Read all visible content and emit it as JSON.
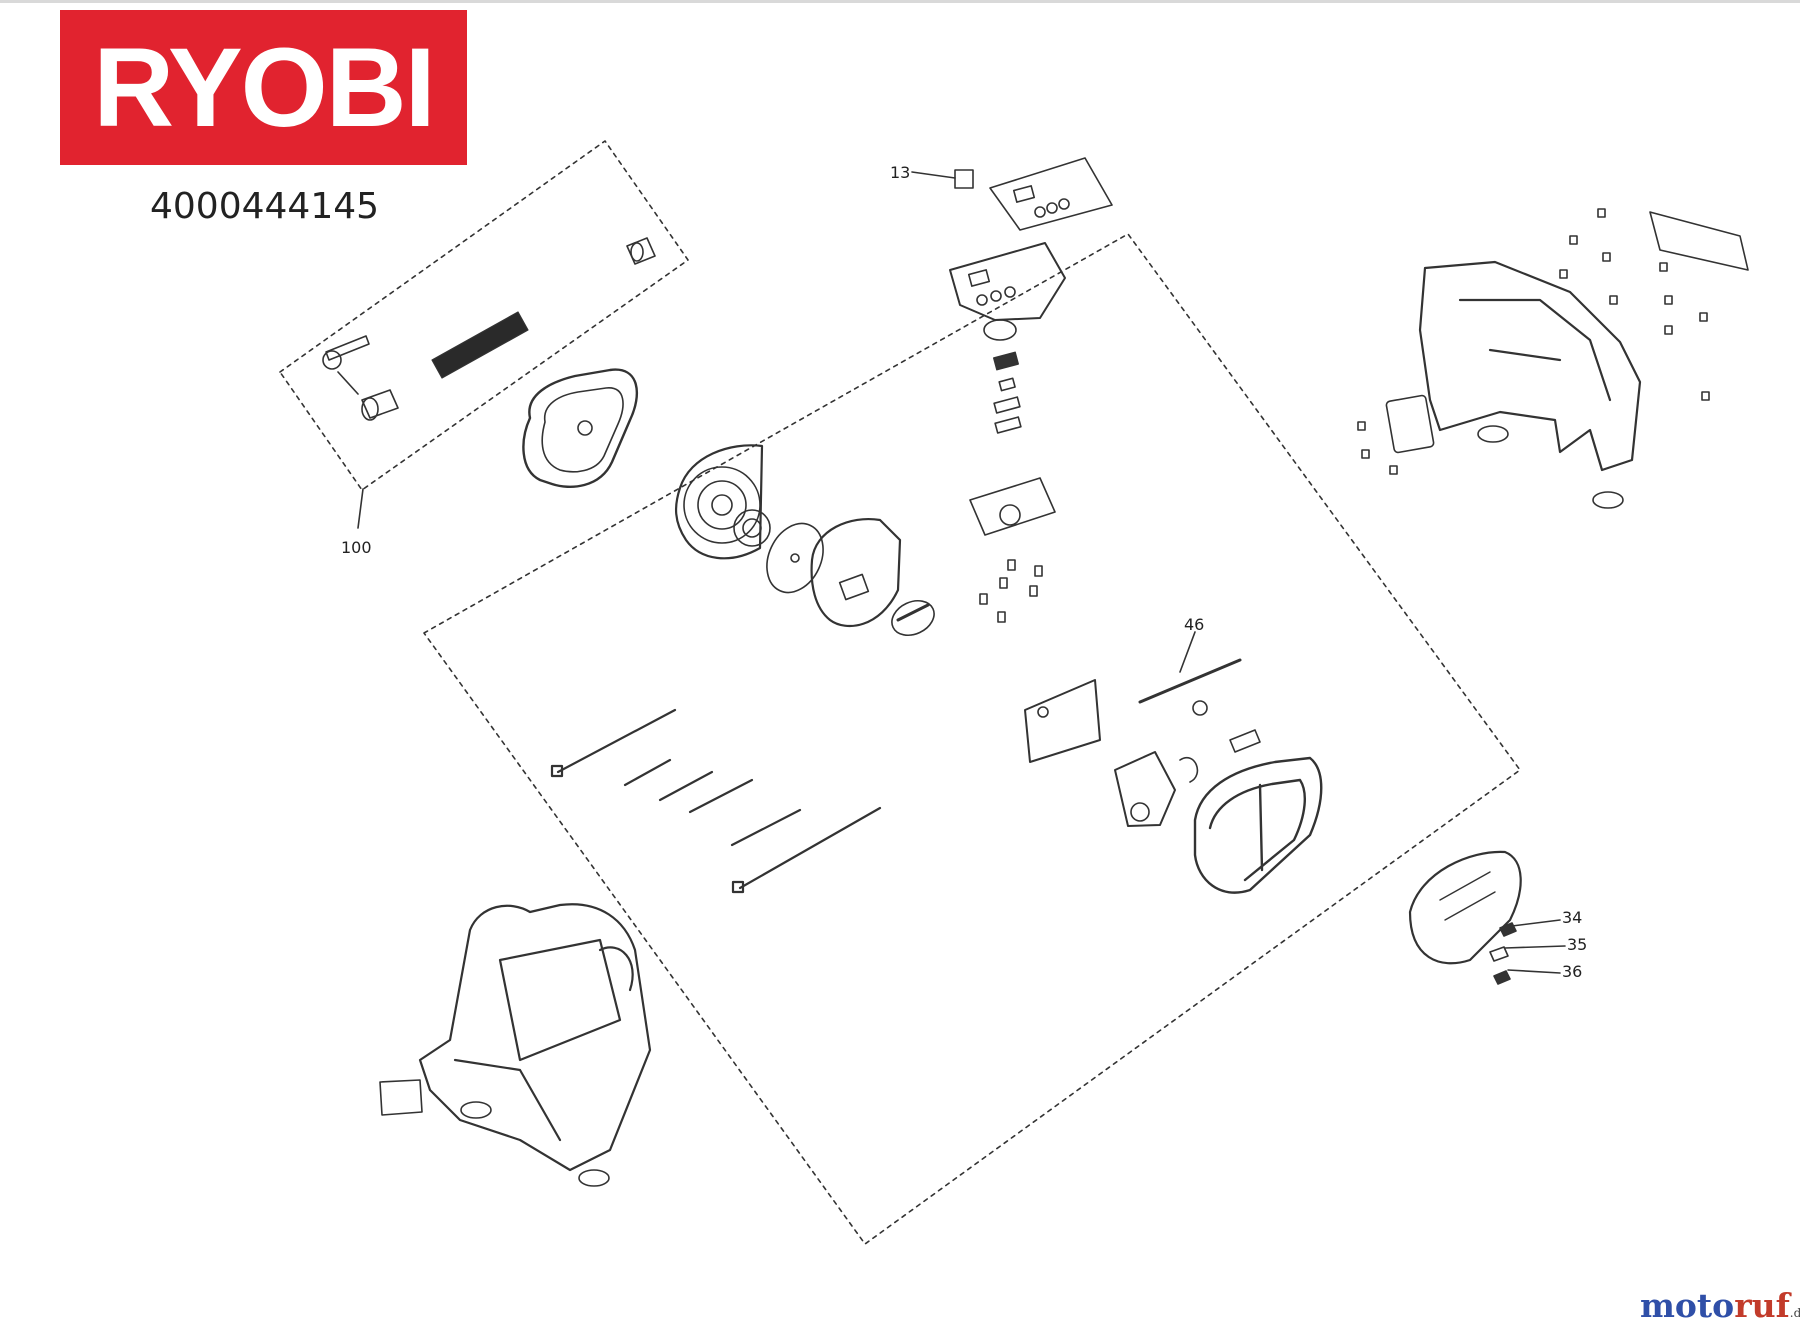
{
  "brand": {
    "logo_text": "RYOBI",
    "accent_color": "#e1232f"
  },
  "model_number": "4000444145",
  "callouts": {
    "c13": "13",
    "c100": "100",
    "c46": "46",
    "c34": "34",
    "c35": "35",
    "c36": "36"
  },
  "watermark": {
    "part_a": "moto",
    "part_b": "ruf",
    "suffix": ".de",
    "colors": [
      "#2f4fa8",
      "#c23b2a"
    ]
  }
}
